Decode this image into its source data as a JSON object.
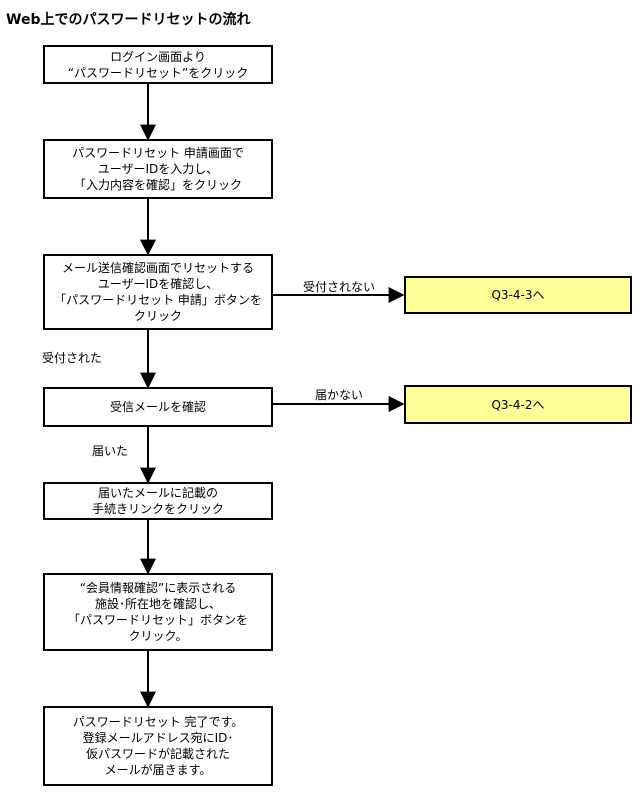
{
  "title": "Web上でのパスワードリセットの流れ",
  "steps": [
    {
      "lines": [
        "ログイン画面より",
        "“パスワードリセット”をクリック"
      ]
    },
    {
      "lines": [
        "パスワードリセット 申請画面で",
        "ユーザーIDを入力し、",
        "「入力内容を確認」をクリック"
      ]
    },
    {
      "lines": [
        "メール送信確認画面でリセットする",
        "ユーザーIDを確認し、",
        "「パスワードリセット 申請」ボタンを",
        "クリック"
      ]
    },
    {
      "lines": [
        "受信メールを確認"
      ]
    },
    {
      "lines": [
        "届いたメールに記載の",
        "手続きリンクをクリック"
      ]
    },
    {
      "lines": [
        "“会員情報確認”に表示される",
        "施設･所在地を確認し、",
        "「パスワードリセット」ボタンを",
        "クリック。"
      ]
    },
    {
      "lines": [
        "パスワードリセット 完了です。",
        "登録メールアドレス宛にID･",
        "仮パスワードが記載された",
        "メールが届きます。"
      ]
    }
  ],
  "side_boxes": [
    {
      "label": "Q3-4-3へ"
    },
    {
      "label": "Q3-4-2へ"
    }
  ],
  "edge_labels": {
    "not_accepted": "受付されない",
    "accepted": "受付された",
    "not_received": "届かない",
    "received": "届いた"
  },
  "colors": {
    "side_box_fill": "#ffff99",
    "line": "#000000"
  }
}
